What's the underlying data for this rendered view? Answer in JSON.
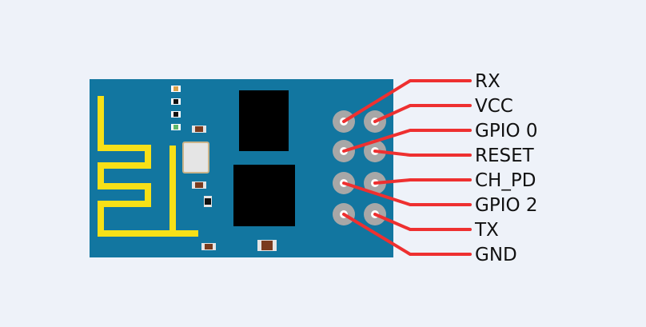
{
  "diagram": {
    "pin_labels": [
      "RX",
      "VCC",
      "GPIO 0",
      "RESET",
      "CH_PD",
      "GPIO 2",
      "TX",
      "GND"
    ]
  },
  "colors": {
    "background": "#eef2f9",
    "board": "#1276a0",
    "antenna_trace": "#f7e017",
    "chip": "#000000",
    "pin_ring": "#a7a7a7",
    "pin_center": "#ffffff",
    "wire": "#ee3030",
    "smd_component": "#7a3b1e",
    "crystal": "#e5e5e5"
  },
  "icons": [
    "esp8266-module-icon",
    "pcb-antenna-icon"
  ]
}
